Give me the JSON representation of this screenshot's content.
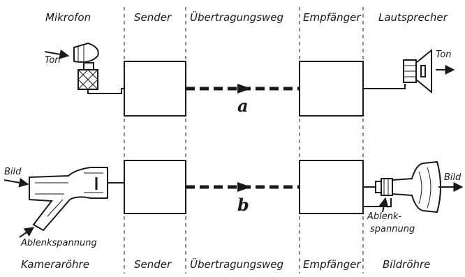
{
  "top_headers": {
    "mikrofon": "Mikrofon",
    "sender": "Sender",
    "uebertragungsweg": "Übertragungsweg",
    "empfaenger": "Empfänger",
    "lautsprecher": "Lautsprecher"
  },
  "bottom_headers": {
    "kameraroehre": "Kameraröhre",
    "sender": "Sender",
    "uebertragungsweg": "Übertragungsweg",
    "empfaenger": "Empfänger",
    "bildroehre": "Bildröhre"
  },
  "audio_path": {
    "input_label": "Ton",
    "output_label": "Ton",
    "link_label": "a"
  },
  "video_path": {
    "input_label": "Bild",
    "output_label": "Bild",
    "link_label": "b",
    "camera_deflection_label": "Ablenkspannung",
    "receiver_deflection_line1": "Ablenk-",
    "receiver_deflection_line2": "spannung"
  }
}
